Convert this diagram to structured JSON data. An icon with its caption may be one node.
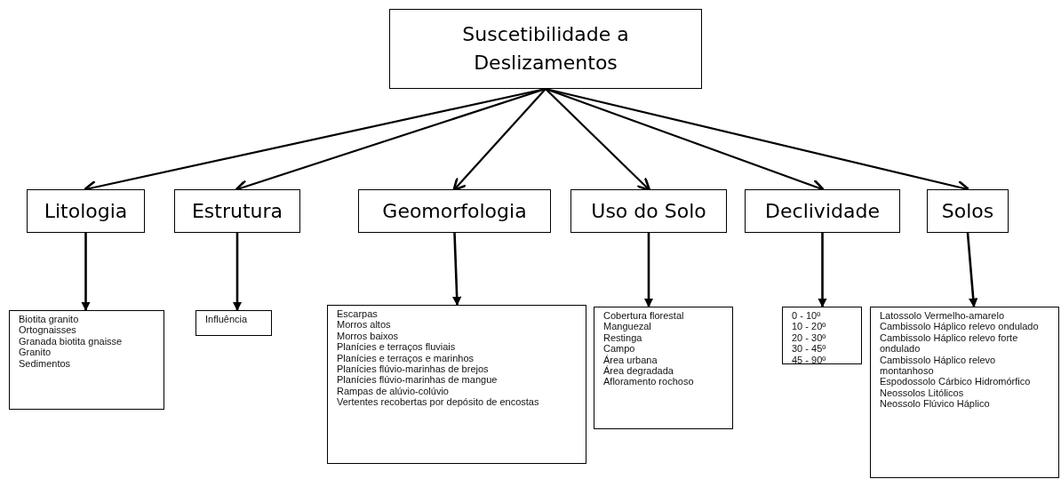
{
  "diagram": {
    "nodes": [
      {
        "text": [
          "Suscetibilidade a Deslizamentos"
        ]
      },
      {
        "text": [
          "Litologia"
        ]
      },
      {
        "text": [
          "Estrutura"
        ]
      },
      {
        "text": [
          "Geomorfologia"
        ]
      },
      {
        "text": [
          "Uso do Solo"
        ]
      },
      {
        "text": [
          "Declividade"
        ]
      },
      {
        "text": [
          "Solos"
        ]
      },
      {
        "text": [
          "Biotita granito",
          "Ortognaisses",
          "Granada biotita gnaisse",
          "Granito",
          "Sedimentos"
        ]
      },
      {
        "text": [
          "Influência"
        ]
      },
      {
        "text": [
          "Escarpas",
          "Morros altos",
          "Morros baixos",
          "Planícies e terraços fluviais",
          "Planícies e terraços e marinhos",
          "Planícies flúvio-marinhas de brejos",
          "Planícies flúvio-marinhas de mangue",
          "Rampas de alúvio-colúvio",
          "Vertentes recobertas por depósito de encostas"
        ]
      },
      {
        "text": [
          "Cobertura florestal",
          "Manguezal",
          "Restinga",
          "Campo",
          "Área urbana",
          "Área degradada",
          "Afloramento rochoso"
        ]
      },
      {
        "text": [
          "0 - 10º",
          "10 - 20º",
          "20 - 30º",
          "30 - 45º",
          "45 - 90º"
        ]
      },
      {
        "text": [
          "Latossolo Vermelho-amarelo",
          "Cambissolo Háplico relevo ondulado",
          "Cambissolo Háplico relevo forte ondulado",
          "Cambissolo Háplico relevo montanhoso",
          "Espodossolo Cárbico Hidromórfico",
          "Neossolos Litólicos",
          "Neossolo Flúvico Háplico"
        ]
      }
    ],
    "edges": [
      {
        "from": 0,
        "to": 1,
        "arrow": "to"
      },
      {
        "from": 0,
        "to": 2,
        "arrow": "to"
      },
      {
        "from": 0,
        "to": 3,
        "arrow": "to"
      },
      {
        "from": 0,
        "to": 4,
        "arrow": "to"
      },
      {
        "from": 0,
        "to": 5,
        "arrow": "to"
      },
      {
        "from": 0,
        "to": 6,
        "arrow": "to"
      },
      {
        "from": 1,
        "to": 7,
        "arrow": "to"
      },
      {
        "from": 2,
        "to": 8,
        "arrow": "to"
      },
      {
        "from": 3,
        "to": 9,
        "arrow": "to"
      },
      {
        "from": 4,
        "to": 10,
        "arrow": "to"
      },
      {
        "from": 5,
        "to": 11,
        "arrow": "to"
      },
      {
        "from": 6,
        "to": 12,
        "arrow": "to"
      }
    ]
  }
}
